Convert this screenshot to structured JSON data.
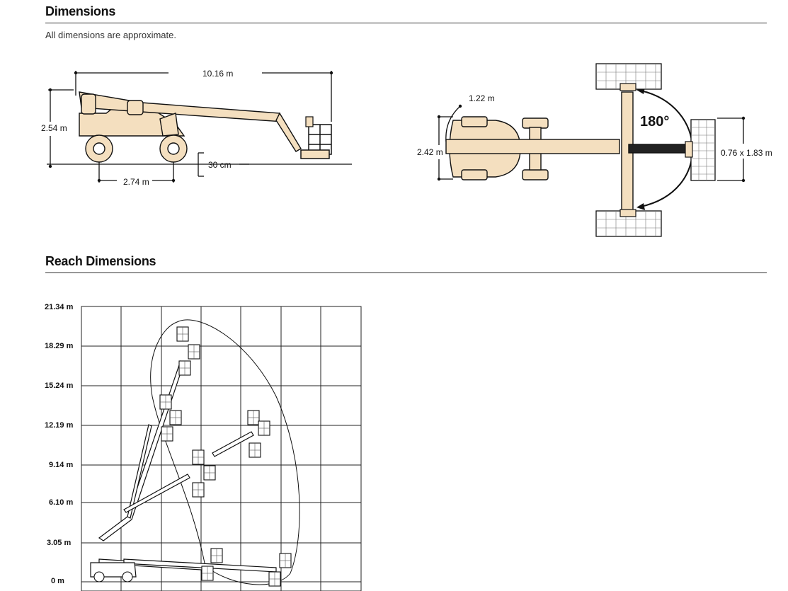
{
  "dimensions": {
    "title": "Dimensions",
    "subtitle": "All dimensions are approximate.",
    "side_view": {
      "overall_length": "10.16 m",
      "stowed_height": "2.54 m",
      "wheelbase": "2.74 m",
      "ground_clearance": "30 cm"
    },
    "top_view": {
      "tail_swing": "1.22 m",
      "width": "2.42 m",
      "platform_rotation": "180°",
      "platform_size": "0.76 x 1.83 m"
    }
  },
  "reach": {
    "title": "Reach Dimensions",
    "y_ticks": [
      "21.34 m",
      "18.29 m",
      "15.24 m",
      "12.19 m",
      "9.14 m",
      "6.10 m",
      "3.05 m",
      "0 m"
    ]
  },
  "colors": {
    "machine_fill": "#f4dfbf",
    "line": "#111111",
    "grid": "#222222"
  }
}
